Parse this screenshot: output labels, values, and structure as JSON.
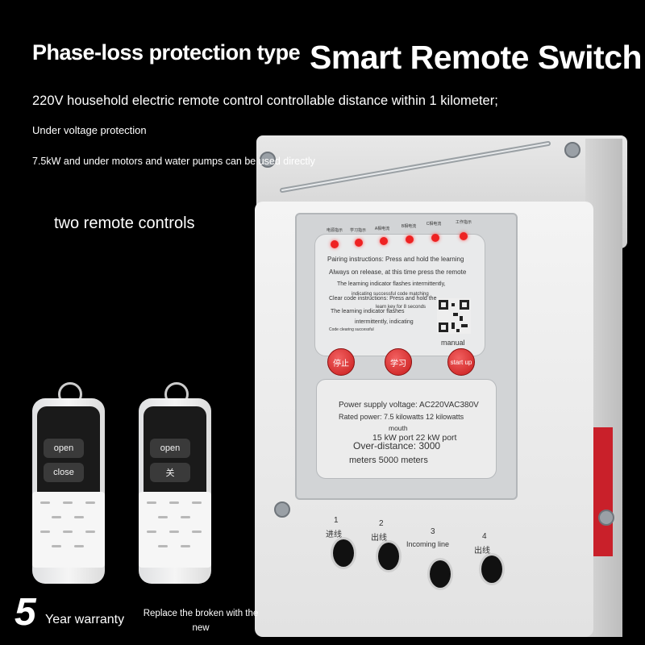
{
  "headline": {
    "left": "Phase-loss protection type",
    "right": "Smart Remote Switch"
  },
  "features": {
    "line1": "220V household electric remote control controllable distance within 1 kilometer;",
    "line2": "Under voltage protection",
    "line3": "7.5kW and under motors and water pumps can be used directly",
    "line4": "two remote controls"
  },
  "device": {
    "led_labels": [
      "电源指示",
      "学习指示",
      "A相电流",
      "B相电流",
      "C相电流",
      "工作指示"
    ],
    "instructions": [
      "Pairing instructions: Press and hold the learning",
      "Always on release, at this time press the remote",
      "The learning indicator flashes intermittently,",
      "indicating successful code matching",
      "Clear code instructions: Press and hold the",
      "learn key for 8 seconds",
      "The learning indicator flashes",
      "intermittently, indicating",
      "Code clearing successful"
    ],
    "manual_label": "manual",
    "buttons": {
      "stop": "停止",
      "learn": "学习",
      "start": "start up"
    },
    "info": {
      "supply": "Power supply voltage: AC220VAC380V",
      "rated": "Rated power: 7.5 kilowatts 12 kilowatts",
      "mouth": "mouth",
      "port": "15 kW port 22 kW port",
      "distance": "Over-distance: 3000",
      "meters": "meters 5000 meters"
    },
    "terminals": [
      {
        "num": "1",
        "label": "进线"
      },
      {
        "num": "2",
        "label": "出线"
      },
      {
        "num": "3",
        "label": "Incoming line"
      },
      {
        "num": "4",
        "label": "出线"
      }
    ]
  },
  "remotes": [
    {
      "top_btn": "open",
      "bottom_btn": "close"
    },
    {
      "top_btn": "open",
      "bottom_btn": "关"
    }
  ],
  "warranty": {
    "number": "5",
    "text": "Year warranty",
    "replace": "Replace the broken with the new"
  },
  "colors": {
    "background": "#000000",
    "device_body": "#eeeeee",
    "led_red": "#e22222",
    "button_red": "#d42020",
    "sticker_red": "#c9202a"
  }
}
